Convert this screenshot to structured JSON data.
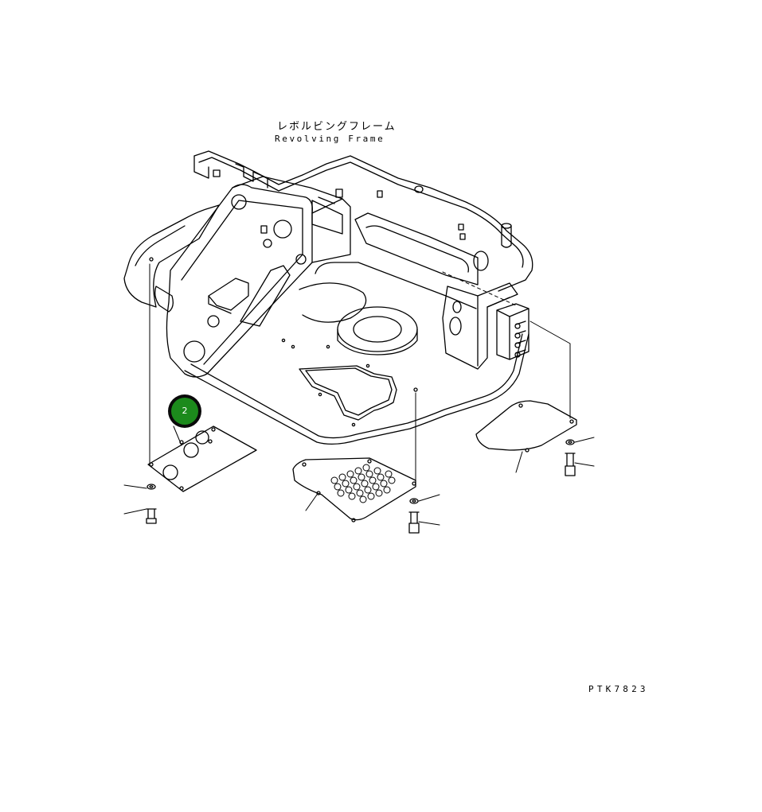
{
  "diagram": {
    "title_jp": "レボルビングフレーム",
    "title_en": "Revolving Frame",
    "drawing_number": "PTK7823"
  },
  "callouts": [
    {
      "label": "2",
      "color": "#1c8a1c"
    }
  ],
  "colors": {
    "line": "#000000",
    "background": "#ffffff",
    "callout_fill": "#1c8a1c",
    "callout_ring": "#0a0a0a"
  }
}
